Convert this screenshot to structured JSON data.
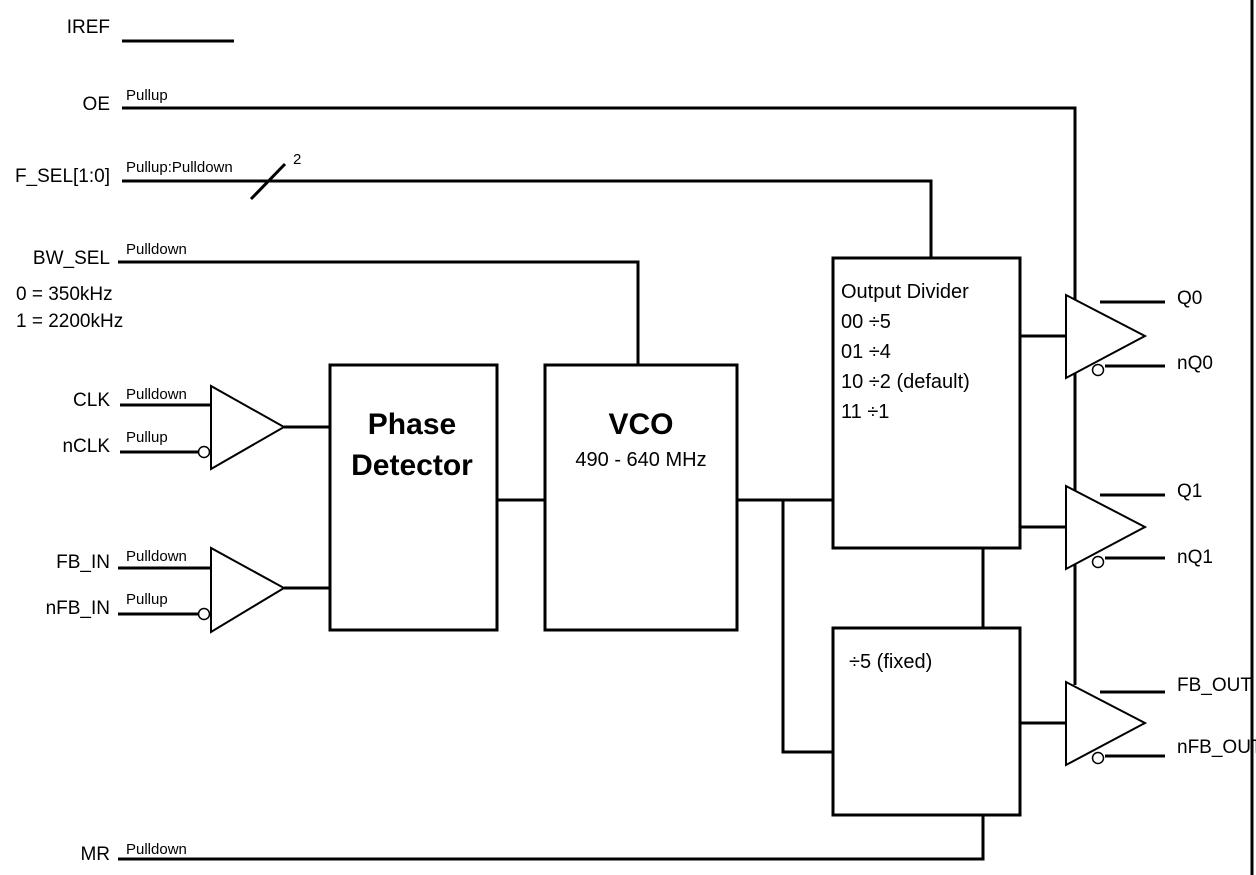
{
  "inputs": {
    "iref": "IREF",
    "oe": "OE",
    "oe_attr": "Pullup",
    "fsel": "F_SEL[1:0]",
    "fsel_attr": "Pullup:Pulldown",
    "fsel_width": "2",
    "bwsel": "BW_SEL",
    "bwsel_attr": "Pulldown",
    "bw_opt0": "0 = 350kHz",
    "bw_opt1": "1 = 2200kHz",
    "clk": "CLK",
    "clk_attr": "Pulldown",
    "nclk": "nCLK",
    "nclk_attr": "Pullup",
    "fbin": "FB_IN",
    "fbin_attr": "Pulldown",
    "nfbin": "nFB_IN",
    "nfbin_attr": "Pullup",
    "mr": "MR",
    "mr_attr": "Pulldown"
  },
  "blocks": {
    "phase_line1": "Phase",
    "phase_line2": "Detector",
    "vco_title": "VCO",
    "vco_range": "490 - 640 MHz",
    "divider_title": "Output Divider",
    "divider_rows": [
      "00 ÷5",
      "01 ÷4",
      "10 ÷2 (default)",
      "11 ÷1"
    ],
    "fixed_div": "÷5 (fixed)"
  },
  "outputs": {
    "q0": "Q0",
    "nq0": "nQ0",
    "q1": "Q1",
    "nq1": "nQ1",
    "fbout": "FB_OUT",
    "nfbout": "nFB_OUT"
  }
}
